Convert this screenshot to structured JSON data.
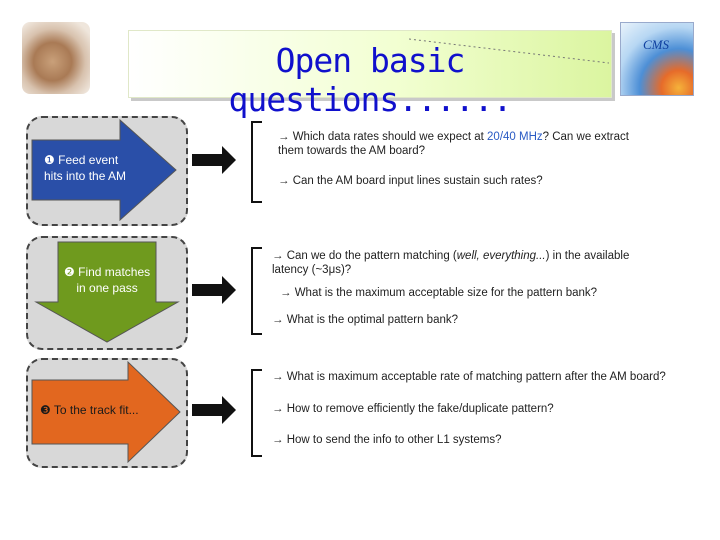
{
  "title": "Open basic questions......",
  "logo_right_text": "CMS",
  "steps": [
    {
      "marker": "❶",
      "label_line1": "Feed event",
      "label_line2": "hits into the AM",
      "questions": [
        {
          "pre": "→ Which data rates should we expect at ",
          "hl": "20/40 MHz",
          "post": "? Can we extract",
          "line2": "them towards the AM board?"
        },
        {
          "pre": "→ Can the AM board input lines sustain such rates?",
          "hl": "",
          "post": "",
          "line2": ""
        }
      ]
    },
    {
      "marker": "❷",
      "label_line1": "Find matches",
      "label_line2": "in one pass",
      "questions": [
        {
          "pre": "→ Can we do the pattern matching (",
          "hl": "well, everything...",
          "post": ") in the available",
          "line2": "latency (~3μs)?"
        },
        {
          "pre": "→ What is the maximum acceptable size for the pattern bank?",
          "hl": "",
          "post": "",
          "line2": ""
        },
        {
          "pre": "→ What is the optimal pattern bank?",
          "hl": "",
          "post": "",
          "line2": ""
        }
      ]
    },
    {
      "marker": "❸",
      "label_line1": "To the track fit...",
      "label_line2": "",
      "questions": [
        {
          "pre": "→ What is maximum acceptable rate of matching pattern after the AM board?",
          "hl": "",
          "post": "",
          "line2": ""
        },
        {
          "pre": "→ How to remove efficiently the fake/duplicate pattern?",
          "hl": "",
          "post": "",
          "line2": ""
        },
        {
          "pre": "→ How to send the info to other L1 systems?",
          "hl": "",
          "post": "",
          "line2": ""
        }
      ]
    }
  ],
  "colors": {
    "title": "#1010cc",
    "arrow_blue": "#2a4fa8",
    "arrow_green": "#6f9a1e",
    "arrow_orange": "#e2671f",
    "highlight": "#2a5bc4"
  }
}
